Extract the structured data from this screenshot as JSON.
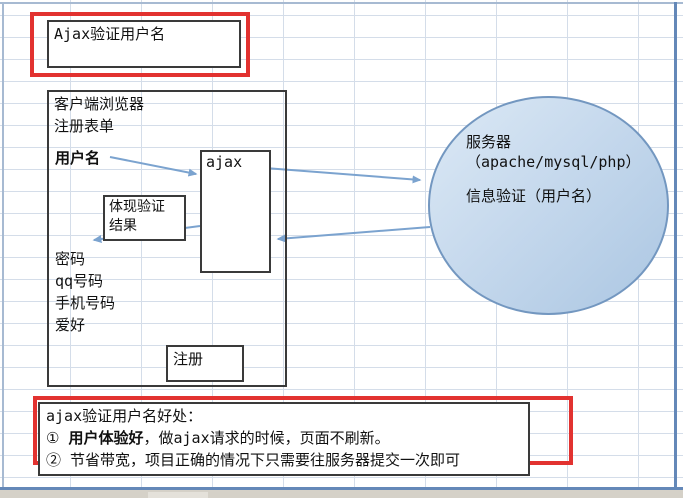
{
  "header_note": {
    "text": "Ajax验证用户名"
  },
  "client": {
    "title_line1": "客户端浏览器",
    "title_line2": "注册表单",
    "username_label": "用户名",
    "ajax_box_label": "ajax",
    "result_box_line1": "体现验证",
    "result_box_line2": "结果",
    "field_labels": [
      "密码",
      "qq号码",
      "手机号码",
      "爱好"
    ],
    "register_button_label": "注册"
  },
  "server": {
    "name": "服务器",
    "stack": "（apache/mysql/php）",
    "task": "信息验证（用户名）"
  },
  "benefits": {
    "heading": "ajax验证用户名好处：",
    "item1_prefix": "① ",
    "item1_bold": "用户体验好",
    "item1_rest": "，做ajax请求的时候，页面不刷新。",
    "item2_prefix": "② ",
    "item2_text": "节省带宽，项目正确的情况下只需要往服务器提交一次即可"
  },
  "arrows": {
    "username_to_ajax": "用户名 → ajax",
    "ajax_to_server": "ajax → 服务器",
    "server_to_ajax": "服务器 → ajax",
    "ajax_to_result": "ajax → 体现验证结果"
  },
  "colors": {
    "highlight_red": "#e23230",
    "arrow_blue": "#7ba3cf",
    "ellipse_fill_light": "#dce9f5",
    "ellipse_fill_dark": "#abc6e2",
    "ellipse_border": "#7397c0",
    "gridline": "#d4dde9"
  }
}
